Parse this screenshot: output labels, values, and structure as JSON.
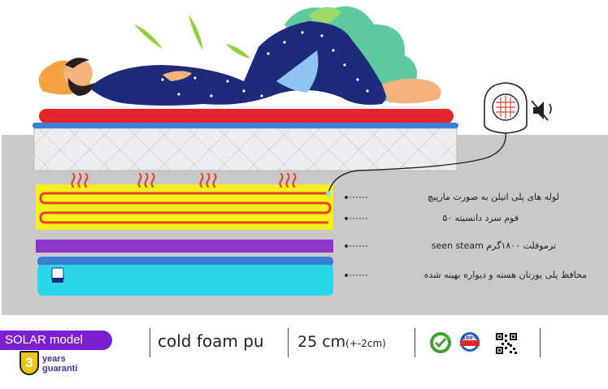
{
  "layers": [
    {
      "label": "لوله های پلی اتیلن به صورت مارپیچ"
    },
    {
      "label": "فوم سرد دانسیته ۵۰"
    },
    {
      "label": "ترموفلت ۱۸۰۰گرم seen steam"
    },
    {
      "label": "محافظ پلی یورتان هسته و دیواره بهینه شده"
    }
  ],
  "footer": {
    "model": "SOLAR model",
    "warranty_number": "3",
    "warranty_line1": "years",
    "warranty_line2": "guaranti",
    "material": "cold foam pu",
    "thickness": "25 cm",
    "tolerance": "(+-2cm)"
  },
  "colors": {
    "frame": "#c8c8c8",
    "quilt": "#e9e9ee",
    "foam": "#f7ef1c",
    "tube": "#e2452a",
    "thermo": "#8e35c9",
    "protector": "#2ad6e8",
    "topper_red": "#e3262b",
    "topper_blue": "#3b7fd6",
    "badge": "#7a1fd1"
  },
  "icons": [
    "heater-icon",
    "mute-icon",
    "check-badge-icon",
    "guarantee-100-icon",
    "qr-code-icon",
    "heat-wave-icon"
  ]
}
